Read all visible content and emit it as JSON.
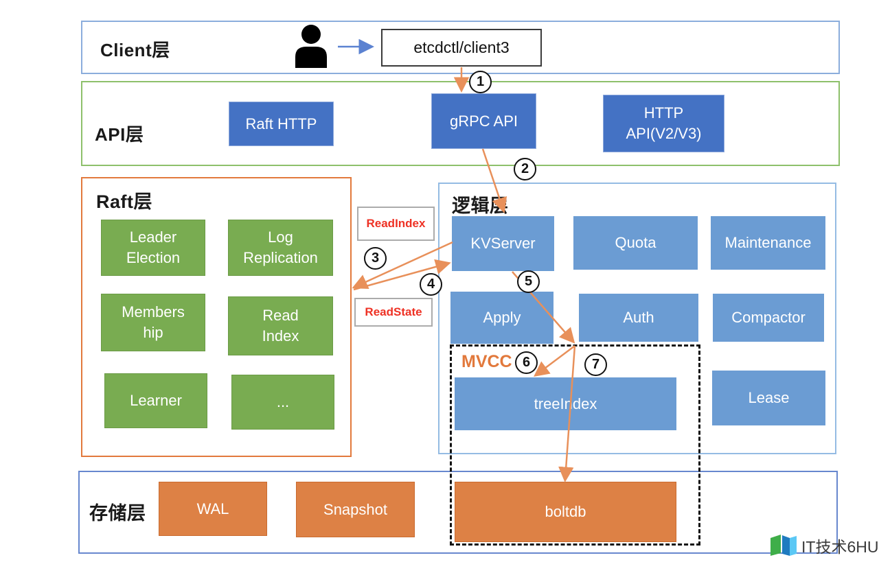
{
  "client_layer": {
    "label": "Client层",
    "client_box": "etcdctl/client3"
  },
  "api_layer": {
    "label": "API层",
    "raft_http": "Raft HTTP",
    "grpc_api": "gRPC API",
    "http_api": [
      "HTTP",
      "API(V2/V3)"
    ]
  },
  "raft_layer": {
    "label": "Raft层",
    "leader_election": [
      "Leader",
      "Election"
    ],
    "log_replication": [
      "Log",
      "Replication"
    ],
    "membership": [
      "Members",
      "hip"
    ],
    "read_index": [
      "Read",
      "Index"
    ],
    "learner": "Learner",
    "more": "..."
  },
  "annotations": {
    "read_index_msg": "ReadIndex",
    "read_state_msg": "ReadState"
  },
  "logic_layer": {
    "label": "逻辑层",
    "kvserver": "KVServer",
    "quota": "Quota",
    "maintenance": "Maintenance",
    "apply": "Apply",
    "auth": "Auth",
    "compactor": "Compactor",
    "mvcc_label": "MVCC",
    "tree_index": "treeIndex",
    "lease": "Lease"
  },
  "storage_layer": {
    "label": "存储层",
    "wal": "WAL",
    "snapshot": "Snapshot",
    "boltdb": "boltdb"
  },
  "steps": [
    "1",
    "2",
    "3",
    "4",
    "5",
    "6",
    "7"
  ],
  "watermark": {
    "text": "IT技术6HU"
  },
  "colors": {
    "dark_blue_box": "#4472C4",
    "light_blue_box": "#6B9CD3",
    "green_box": "#79AC51",
    "orange_box": "#DD8145",
    "arrow_orange": "#E8905A",
    "arrow_blue": "#5B82D1",
    "annotation_red": "#EE3124",
    "mvcc_orange": "#E2793C"
  }
}
